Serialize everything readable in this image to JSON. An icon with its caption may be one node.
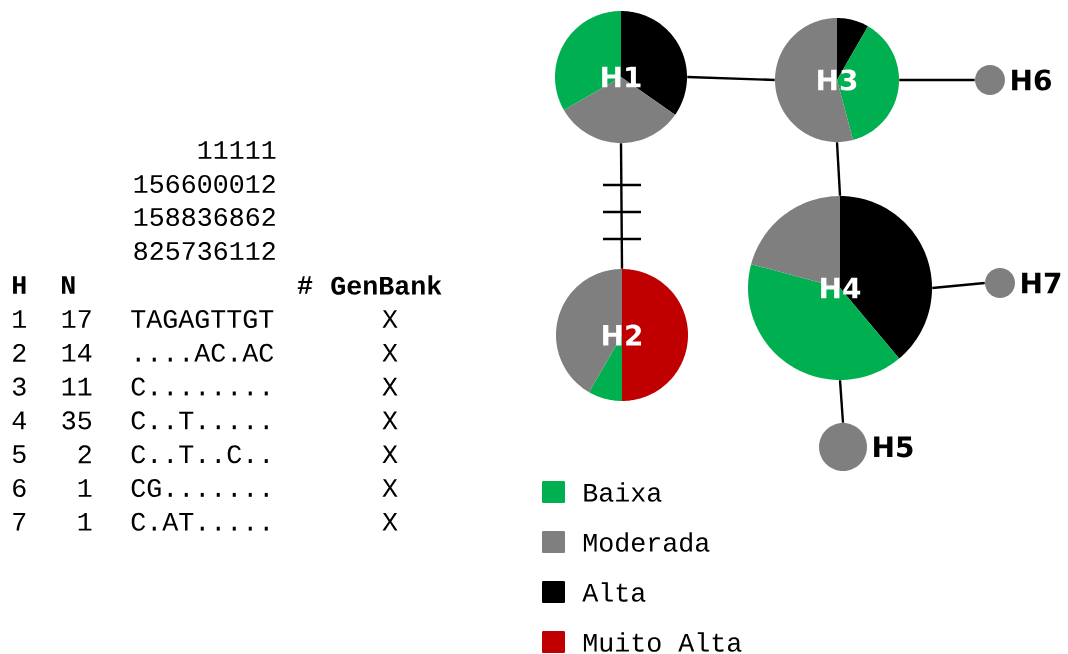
{
  "diagram": {
    "nodes": [
      {
        "text": [
          "H1"
        ]
      },
      {
        "text": [
          "H2"
        ]
      },
      {
        "text": [
          "H3"
        ]
      },
      {
        "text": [
          "H4"
        ]
      },
      {
        "text": [
          "H5"
        ]
      },
      {
        "text": [
          "H6"
        ]
      },
      {
        "text": [
          "H7"
        ]
      }
    ],
    "edges": [
      {
        "from": 0,
        "to": 2,
        "arrow": "none"
      },
      {
        "from": 0,
        "to": 1,
        "arrow": "none"
      },
      {
        "from": 2,
        "to": 5,
        "arrow": "none"
      },
      {
        "from": 2,
        "to": 3,
        "arrow": "none"
      },
      {
        "from": 3,
        "to": 6,
        "arrow": "none"
      },
      {
        "from": 3,
        "to": 4,
        "arrow": "none"
      }
    ],
    "labels": [
      "11111",
      "156600012",
      "158836862",
      "825736112",
      "H",
      "N",
      "#",
      "GenBank",
      "1",
      "17",
      "TAGAGTTGT",
      "X",
      "2",
      "14",
      "....AC.AC",
      "X",
      "3",
      "11",
      "C........",
      "X",
      "4",
      "35",
      "C..T.....",
      "X",
      "5",
      "2",
      "C..T..C..",
      "X",
      "6",
      "1",
      "CG.......",
      "X",
      "7",
      "1",
      "C.AT.....",
      "X"
    ],
    "legend": [
      {
        "text": "Baixa",
        "color": "#00b050"
      },
      {
        "text": "Moderada",
        "color": "#7f7f7f"
      },
      {
        "text": "Alta",
        "color": "#000000"
      },
      {
        "text": "Muito Alta",
        "color": "#c00000"
      }
    ]
  }
}
